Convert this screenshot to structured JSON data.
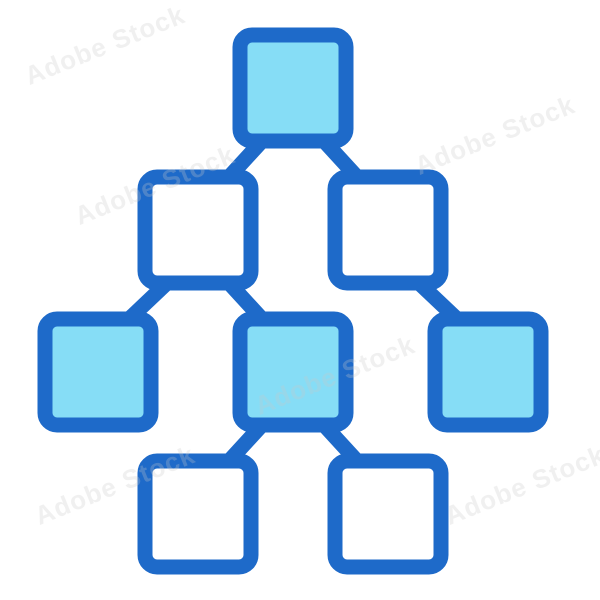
{
  "icon": {
    "name": "hierarchy-tree-icon",
    "colors": {
      "stroke": "#1e6ac9",
      "fill_highlight": "#86ddf6",
      "fill_plain": "#ffffff"
    },
    "nodes": [
      {
        "id": "root",
        "fill": "highlight"
      },
      {
        "id": "level2-left",
        "fill": "plain"
      },
      {
        "id": "level2-right",
        "fill": "plain"
      },
      {
        "id": "level3-left",
        "fill": "highlight"
      },
      {
        "id": "level3-middle",
        "fill": "highlight"
      },
      {
        "id": "level3-right",
        "fill": "highlight"
      },
      {
        "id": "level4-left",
        "fill": "plain"
      },
      {
        "id": "level4-right",
        "fill": "plain"
      }
    ],
    "edges": [
      {
        "from": "root",
        "to": "level2-left"
      },
      {
        "from": "root",
        "to": "level2-right"
      },
      {
        "from": "level2-left",
        "to": "level3-left"
      },
      {
        "from": "level2-left",
        "to": "level3-middle"
      },
      {
        "from": "level2-right",
        "to": "level3-right"
      },
      {
        "from": "level3-middle",
        "to": "level4-left"
      },
      {
        "from": "level3-middle",
        "to": "level4-right"
      }
    ]
  },
  "watermark": {
    "text": "Adobe Stock",
    "image_id": "#1557946739"
  }
}
